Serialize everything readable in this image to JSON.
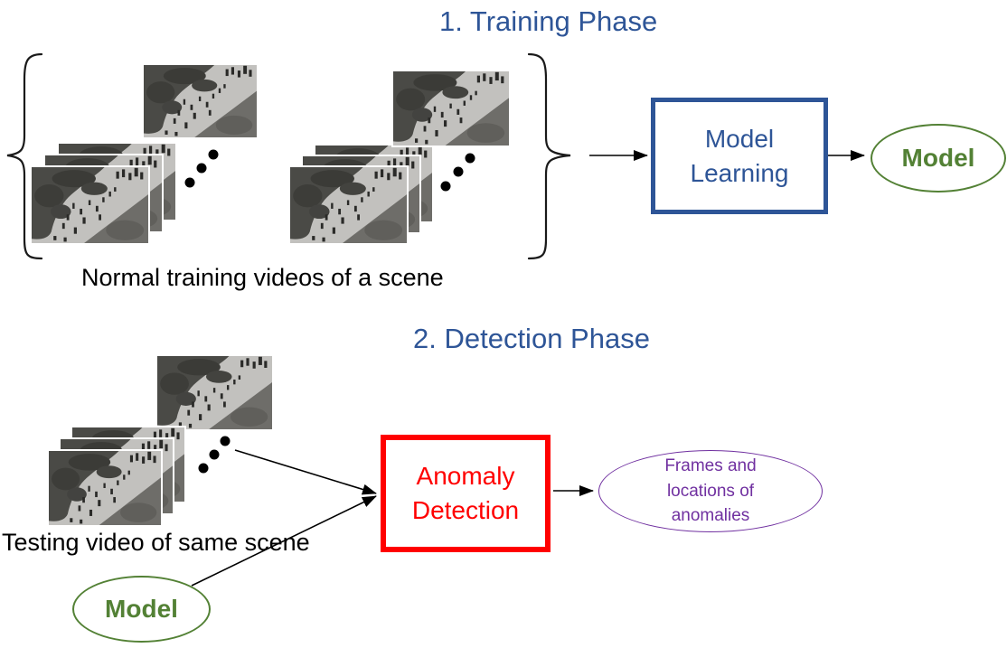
{
  "phase1": {
    "title": "1. Training Phase",
    "caption": "Normal training videos of a scene",
    "model_learning_box": "Model Learning",
    "model_ellipse": "Model"
  },
  "phase2": {
    "title": "2. Detection Phase",
    "caption": "Testing video of same scene",
    "anomaly_detection_box": "Anomaly Detection",
    "model_ellipse": "Model",
    "output_ellipse": "Frames and locations of anomalies"
  },
  "colors": {
    "phase_title": "#2E5597",
    "model_learning_box": "#2E5597",
    "model_ellipse": "#538135",
    "anomaly_detection_box": "#FF0000",
    "output_ellipse": "#7030A0",
    "arrows_and_braces": "#000000"
  }
}
